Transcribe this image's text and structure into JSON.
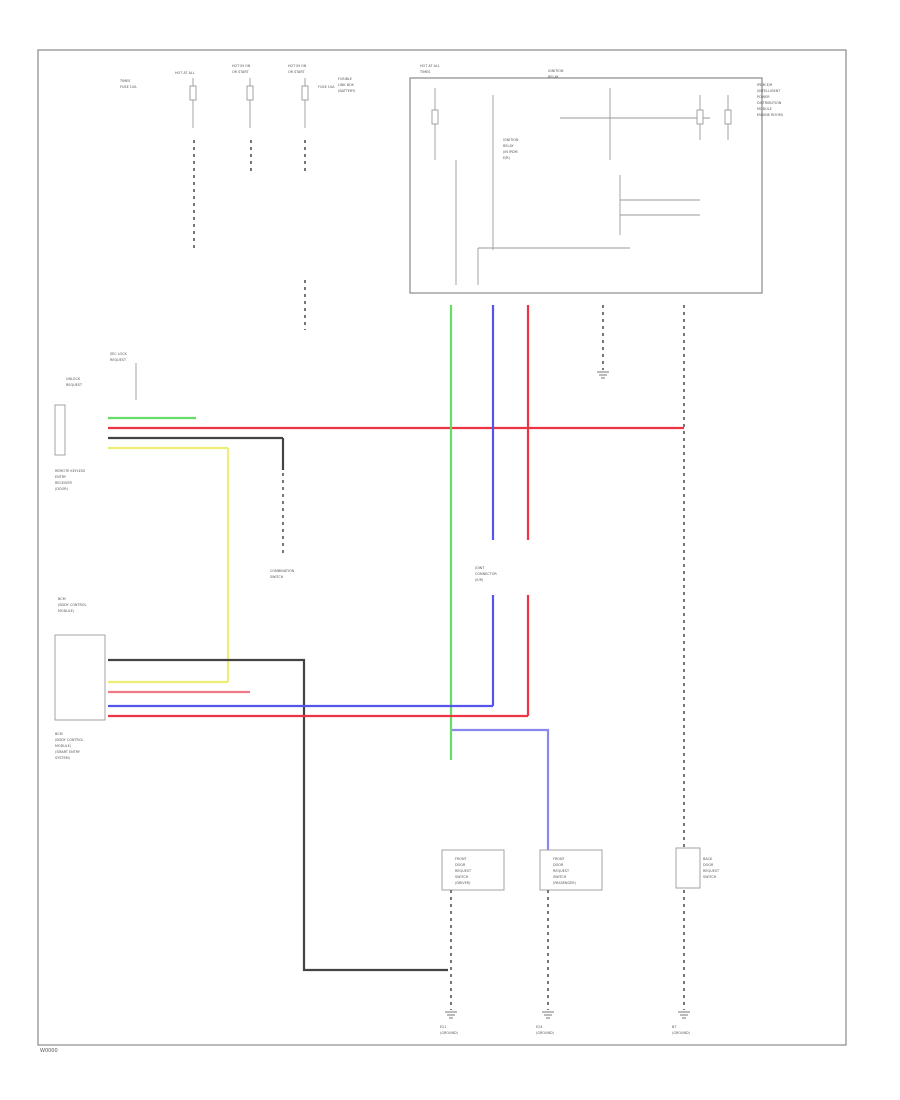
{
  "diagram": {
    "footer_code": "W0000",
    "labels": {
      "fuse_a": [
        "HOT AT ALL",
        "TIMES",
        "FUSE 10A"
      ],
      "fuse_b": [
        "HOT IN ON",
        "OR START"
      ],
      "fuse_c": [
        "HOT IN ON",
        "OR START",
        "FUSE 10A"
      ],
      "fuse_d": [
        "HOT AT ALL",
        "TIMES"
      ],
      "fuse_d_note": [
        "FUSIBLE",
        "LINK BOX",
        "(BATTERY)"
      ],
      "ipdm_title": [
        "IPDM E/R",
        "(INTELLIGENT",
        "POWER",
        "DISTRIBUTION",
        "MODULE",
        "ENGINE ROOM)"
      ],
      "relay_center": [
        "IGNITION",
        "RELAY",
        "(IN IPDM",
        "E/R)"
      ],
      "relay_right": [
        "IGNITION",
        "RELAY"
      ],
      "bcm_note": [
        "BCM",
        "(BODY CONTROL",
        "MODULE)"
      ],
      "bcm_lock": [
        "SEC LOCK",
        "REQUEST"
      ],
      "bcm_unlock": [
        "UNLOCK",
        "REQUEST"
      ],
      "left_module": [
        "REMOTE KEYLESS",
        "ENTRY",
        "RECEIVER",
        "(DOOR)"
      ],
      "combo_switch": [
        "COMBINATION",
        "SWITCH"
      ],
      "lower_module": [
        "BCM",
        "(BODY CONTROL",
        "MODULE)",
        "(SMART ENTRY",
        "SYSTEM)"
      ],
      "joint": [
        "JOINT",
        "CONNECTOR",
        "(E/R)"
      ],
      "front_left_door": [
        "FRONT",
        "DOOR",
        "REQUEST",
        "SWITCH",
        "(DRIVER)"
      ],
      "front_right_door": [
        "FRONT",
        "DOOR",
        "REQUEST",
        "SWITCH",
        "(PASSENGER)"
      ],
      "back_door": [
        "BACK",
        "DOOR",
        "REQUEST",
        "SWITCH"
      ],
      "ground_1": [
        "E21",
        "(GROUND)"
      ],
      "ground_2": [
        "E24",
        "(GROUND)"
      ],
      "ground_3": [
        "B7",
        "(GROUND)"
      ],
      "colors_lines": {
        "green": "#66dd66",
        "blue": "#5555ee",
        "red": "#ee3344",
        "yellow": "#eeee77",
        "black": "#444444",
        "pink": "#f07a8a",
        "lightblue": "#8888ee"
      }
    }
  }
}
